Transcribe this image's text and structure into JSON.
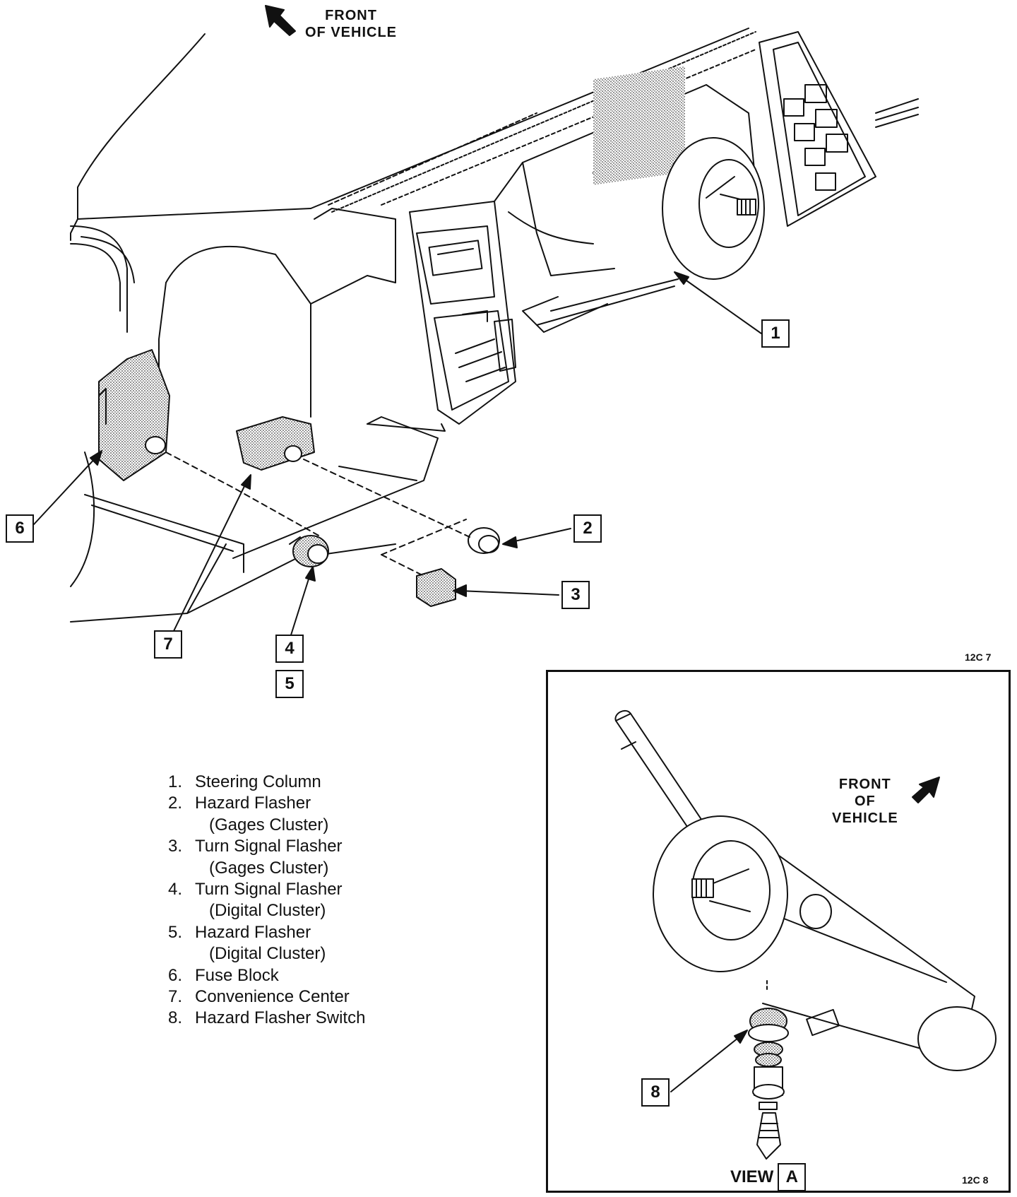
{
  "front_top": {
    "line1": "FRONT",
    "line2": "OF VEHICLE"
  },
  "callouts": [
    "1",
    "2",
    "3",
    "4",
    "5",
    "6",
    "7",
    "8"
  ],
  "legend": [
    {
      "num": "1.",
      "text": "Steering Column"
    },
    {
      "num": "2.",
      "text": "Hazard Flasher",
      "sub": "(Gages Cluster)"
    },
    {
      "num": "3.",
      "text": "Turn Signal Flasher",
      "sub": "(Gages Cluster)"
    },
    {
      "num": "4.",
      "text": "Turn Signal Flasher",
      "sub": "(Digital Cluster)"
    },
    {
      "num": "5.",
      "text": "Hazard Flasher",
      "sub": "(Digital Cluster)"
    },
    {
      "num": "6.",
      "text": "Fuse Block"
    },
    {
      "num": "7.",
      "text": "Convenience Center"
    },
    {
      "num": "8.",
      "text": "Hazard Flasher Switch"
    }
  ],
  "codes": {
    "main": "12C 7",
    "view": "12C 8"
  },
  "view": {
    "word": "VIEW",
    "letter": "A",
    "front": {
      "line1": "FRONT",
      "line2": "OF",
      "line3": "VEHICLE"
    }
  }
}
